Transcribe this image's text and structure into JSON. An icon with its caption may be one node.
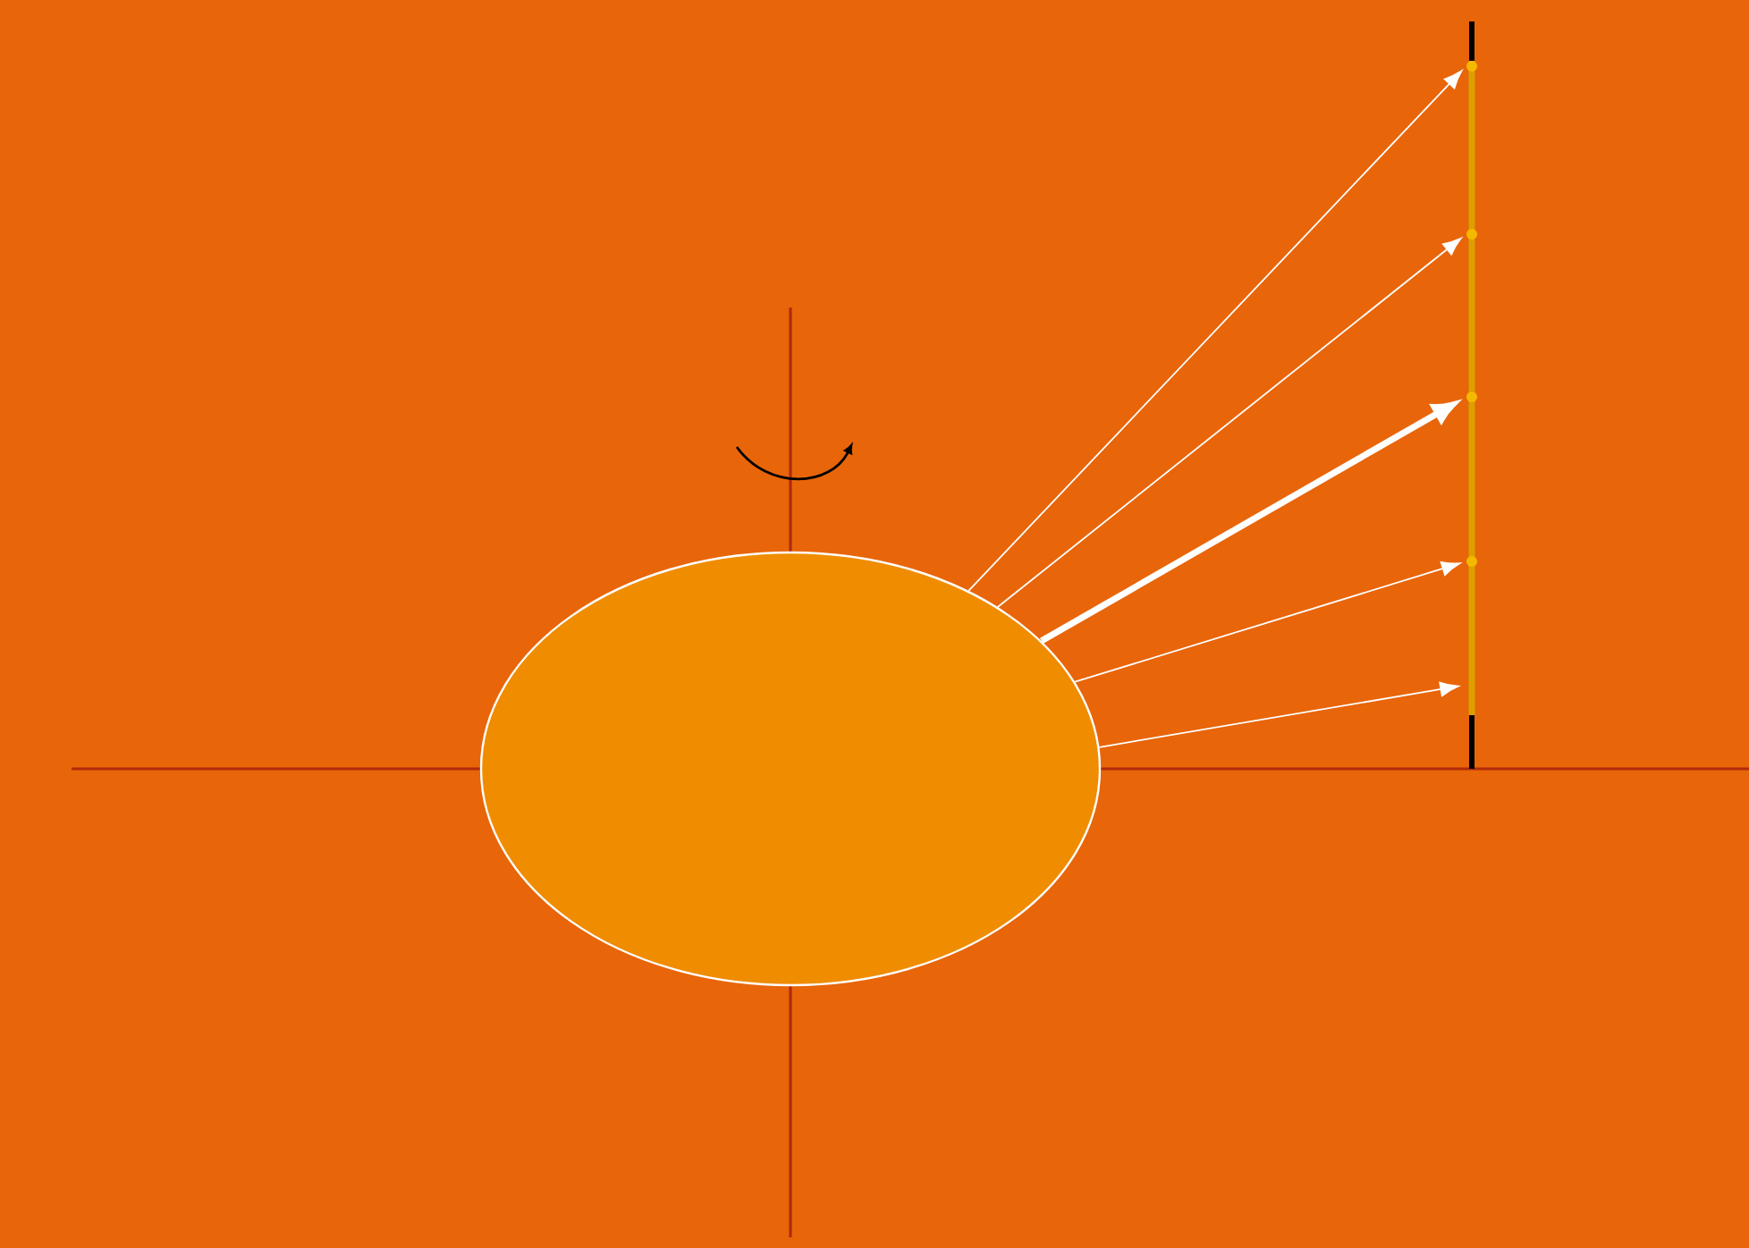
{
  "diagram": {
    "nodes": [
      {
        "text": [],
        "shape": "ellipse"
      },
      {
        "text": [],
        "shape": "bar"
      },
      {
        "text": [],
        "shape": "circle"
      },
      {
        "text": [],
        "shape": "circle"
      },
      {
        "text": [],
        "shape": "circle"
      },
      {
        "text": [],
        "shape": "circle"
      }
    ],
    "edges": [
      {
        "from": 0,
        "to": 2,
        "arrow": "to"
      },
      {
        "from": 0,
        "to": 3,
        "arrow": "to"
      },
      {
        "from": 0,
        "to": 4,
        "arrow": "to",
        "style": "thick"
      },
      {
        "from": 0,
        "to": 5,
        "arrow": "to"
      },
      {
        "from": 0,
        "to": 1,
        "arrow": "to"
      }
    ]
  }
}
